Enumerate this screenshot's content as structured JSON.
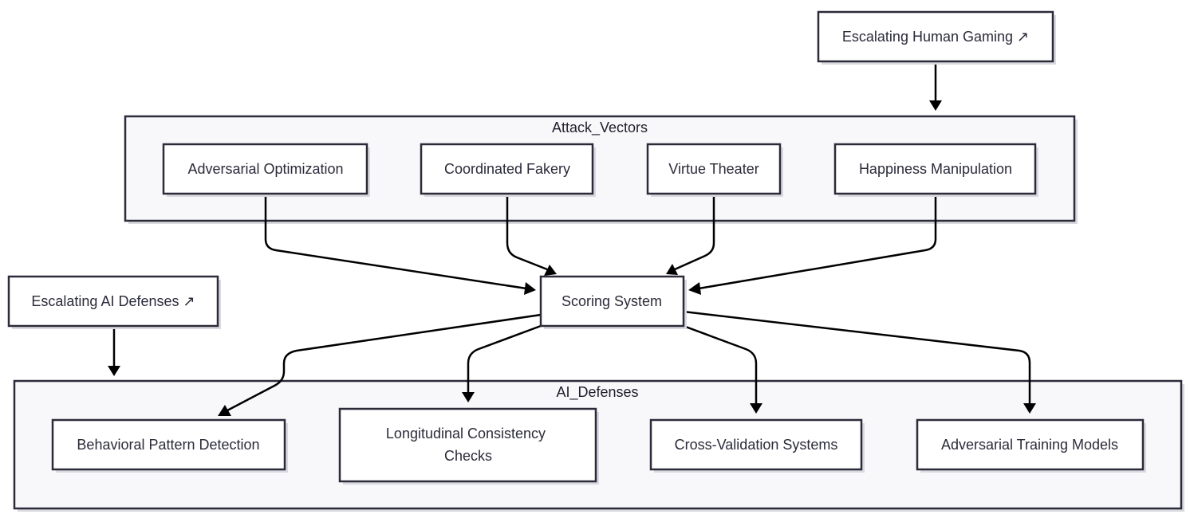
{
  "diagram": {
    "clusters": [
      {
        "id": "attack_vectors",
        "label": "Attack_Vectors"
      },
      {
        "id": "ai_defenses",
        "label": "AI_Defenses"
      }
    ],
    "nodes": [
      {
        "id": "escalating_human_gaming",
        "label": "Escalating Human Gaming ↗"
      },
      {
        "id": "adversarial_optimization",
        "label": "Adversarial Optimization"
      },
      {
        "id": "coordinated_fakery",
        "label": "Coordinated Fakery"
      },
      {
        "id": "virtue_theater",
        "label": "Virtue Theater"
      },
      {
        "id": "happiness_manipulation",
        "label": "Happiness Manipulation"
      },
      {
        "id": "escalating_ai_defenses",
        "label": "Escalating AI Defenses ↗"
      },
      {
        "id": "scoring_system",
        "label": "Scoring System"
      },
      {
        "id": "behavioral_pattern_detection",
        "label": "Behavioral Pattern Detection"
      },
      {
        "id": "longitudinal_consistency_checks",
        "label_lines": [
          "Longitudinal Consistency",
          "Checks"
        ]
      },
      {
        "id": "cross_validation_systems",
        "label": "Cross-Validation Systems"
      },
      {
        "id": "adversarial_training_models",
        "label": "Adversarial Training Models"
      }
    ],
    "edges": [
      {
        "from": "escalating_human_gaming",
        "to": "attack_vectors"
      },
      {
        "from": "adversarial_optimization",
        "to": "scoring_system"
      },
      {
        "from": "coordinated_fakery",
        "to": "scoring_system"
      },
      {
        "from": "virtue_theater",
        "to": "scoring_system"
      },
      {
        "from": "happiness_manipulation",
        "to": "scoring_system"
      },
      {
        "from": "escalating_ai_defenses",
        "to": "ai_defenses"
      },
      {
        "from": "scoring_system",
        "to": "behavioral_pattern_detection"
      },
      {
        "from": "scoring_system",
        "to": "longitudinal_consistency_checks"
      },
      {
        "from": "scoring_system",
        "to": "cross_validation_systems"
      },
      {
        "from": "scoring_system",
        "to": "adversarial_training_models"
      }
    ]
  }
}
